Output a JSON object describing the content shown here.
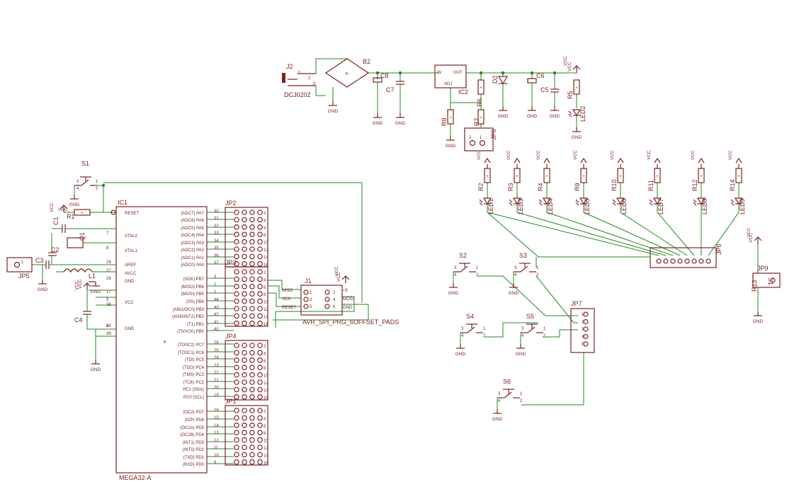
{
  "parts": {
    "J2": "J2",
    "DCJ0202": "DCJ0202",
    "B2": "B2",
    "C8": "C8",
    "C7": "C7",
    "IC2": "IC2",
    "IN": "IN",
    "OUT": "OUT",
    "ADJ": "ADJ",
    "R6": "R6",
    "R8": "R8",
    "R7": "R7",
    "JP6": "JP6",
    "D2": "D2",
    "C6": "C6",
    "C5": "C5",
    "R5": "R5",
    "LED2": "LED2",
    "S1": "S1",
    "R1": "R1",
    "C1": "C1",
    "C2": "C2",
    "C3": "C3",
    "Q1": "Q1",
    "L1": "L1",
    "C4": "C4",
    "JP5": "JP5",
    "IC1": "IC1",
    "MEGA32": "MEGA32-A",
    "JP2": "JP2",
    "JP3": "JP3",
    "JP4": "JP4",
    "JP1": "JP1",
    "J1": "J1",
    "AVR_SPI": "AVR_SPI_PRG_6OFFSET_PADS",
    "JP8": "JP8",
    "JP7": "JP7",
    "JP9": "JP9",
    "R13": "R13",
    "S2": "S2",
    "S3": "S3",
    "S4": "S4",
    "S5": "S5",
    "S6": "S6",
    "S1b": "S1"
  },
  "nets": {
    "vcc": "VCC",
    "gnd": "GND"
  },
  "j2_pins": [
    "1",
    "2",
    "3"
  ],
  "ic1_left": [
    {
      "name": "RESET",
      "pin": ""
    },
    {
      "name": "XTAL2",
      "pin": "7"
    },
    {
      "name": "XTAL1",
      "pin": "8"
    },
    {
      "name": "AREF",
      "pin": "29"
    },
    {
      "name": "AVCC",
      "pin": "27"
    },
    {
      "name": "GND",
      "pin": "28"
    },
    {
      "name": "VCC",
      "pin": "5"
    },
    {
      "name": "",
      "pin": "17"
    },
    {
      "name": "",
      "pin": "38"
    },
    {
      "name": "GND",
      "pin": "6"
    },
    {
      "name": "",
      "pin": "18"
    },
    {
      "name": "",
      "pin": "39"
    }
  ],
  "ic1_right": [
    [
      "(ADC7) PA7",
      "30"
    ],
    [
      "(ADC6) PA6",
      "31"
    ],
    [
      "(ADC5) PA5",
      "32"
    ],
    [
      "(ADC4) PA4",
      "33"
    ],
    [
      "(ADC3) PA3",
      "34"
    ],
    [
      "(ADC2) PA2",
      "35"
    ],
    [
      "(ADC1) PA1",
      "36"
    ],
    [
      "(ADC0) PA0",
      "37"
    ],
    [
      "(SCK) PB7",
      "3"
    ],
    [
      "(MISO) PB6",
      "2"
    ],
    [
      "(MOSI) PB5",
      "1"
    ],
    [
      "(SS) PB4",
      "44"
    ],
    [
      "(AIN1/OC0) PB3",
      "43"
    ],
    [
      "(AIN0/INT2) PB2",
      "42"
    ],
    [
      "(T1) PB1",
      "41"
    ],
    [
      "(T0/XCK) PB0",
      "40"
    ],
    [
      "(TOSC2) PC7",
      "26"
    ],
    [
      "(TOSC1) PC6",
      "25"
    ],
    [
      "(TDI) PC5",
      "24"
    ],
    [
      "(TDO) PC4",
      "23"
    ],
    [
      "(TMS) PC3",
      "22"
    ],
    [
      "(TCK) PC2",
      "21"
    ],
    [
      "PC1 (SDA)",
      "20"
    ],
    [
      "PC0 (SCL)",
      "19"
    ],
    [
      "(OC2) PD7",
      "16"
    ],
    [
      "(ICP) PD6",
      "15"
    ],
    [
      "(OC1A) PD5",
      "14"
    ],
    [
      "(OC1B) PD4",
      "13"
    ],
    [
      "(INT1) PD3",
      "12"
    ],
    [
      "(INT0) PD2",
      "11"
    ],
    [
      "(TXD) PD1",
      "10"
    ],
    [
      "(RXD) PD0",
      "9"
    ]
  ],
  "header_even": [
    "2",
    "4",
    "6",
    "8",
    "10",
    "12",
    "14",
    "16"
  ],
  "j1_labels": [
    "MISO",
    "SCK",
    "RESET",
    "+5",
    "MOSI",
    "GND"
  ],
  "j1_pins": [
    "1",
    "3",
    "5",
    "2",
    "4",
    "6"
  ],
  "leds": [
    {
      "r": "R2",
      "led": "LED1"
    },
    {
      "r": "R3",
      "led": "LED3"
    },
    {
      "r": "R4",
      "led": "LED4"
    },
    {
      "r": "R9",
      "led": "LED5"
    },
    {
      "r": "R10",
      "led": "LED6"
    },
    {
      "r": "R11",
      "led": "LED7"
    },
    {
      "r": "R12",
      "led": "LED8"
    },
    {
      "r": "R14",
      "led": "LED9"
    }
  ],
  "jp7_pins": [
    "1",
    "2",
    "3",
    "4",
    "5"
  ],
  "switch_pins": [
    "1",
    "2",
    "3",
    "4"
  ],
  "misc": {
    "plus": "+",
    "jp6_pin1": "1",
    "jp6_pin2": "2",
    "jp5_pin1": "1"
  }
}
